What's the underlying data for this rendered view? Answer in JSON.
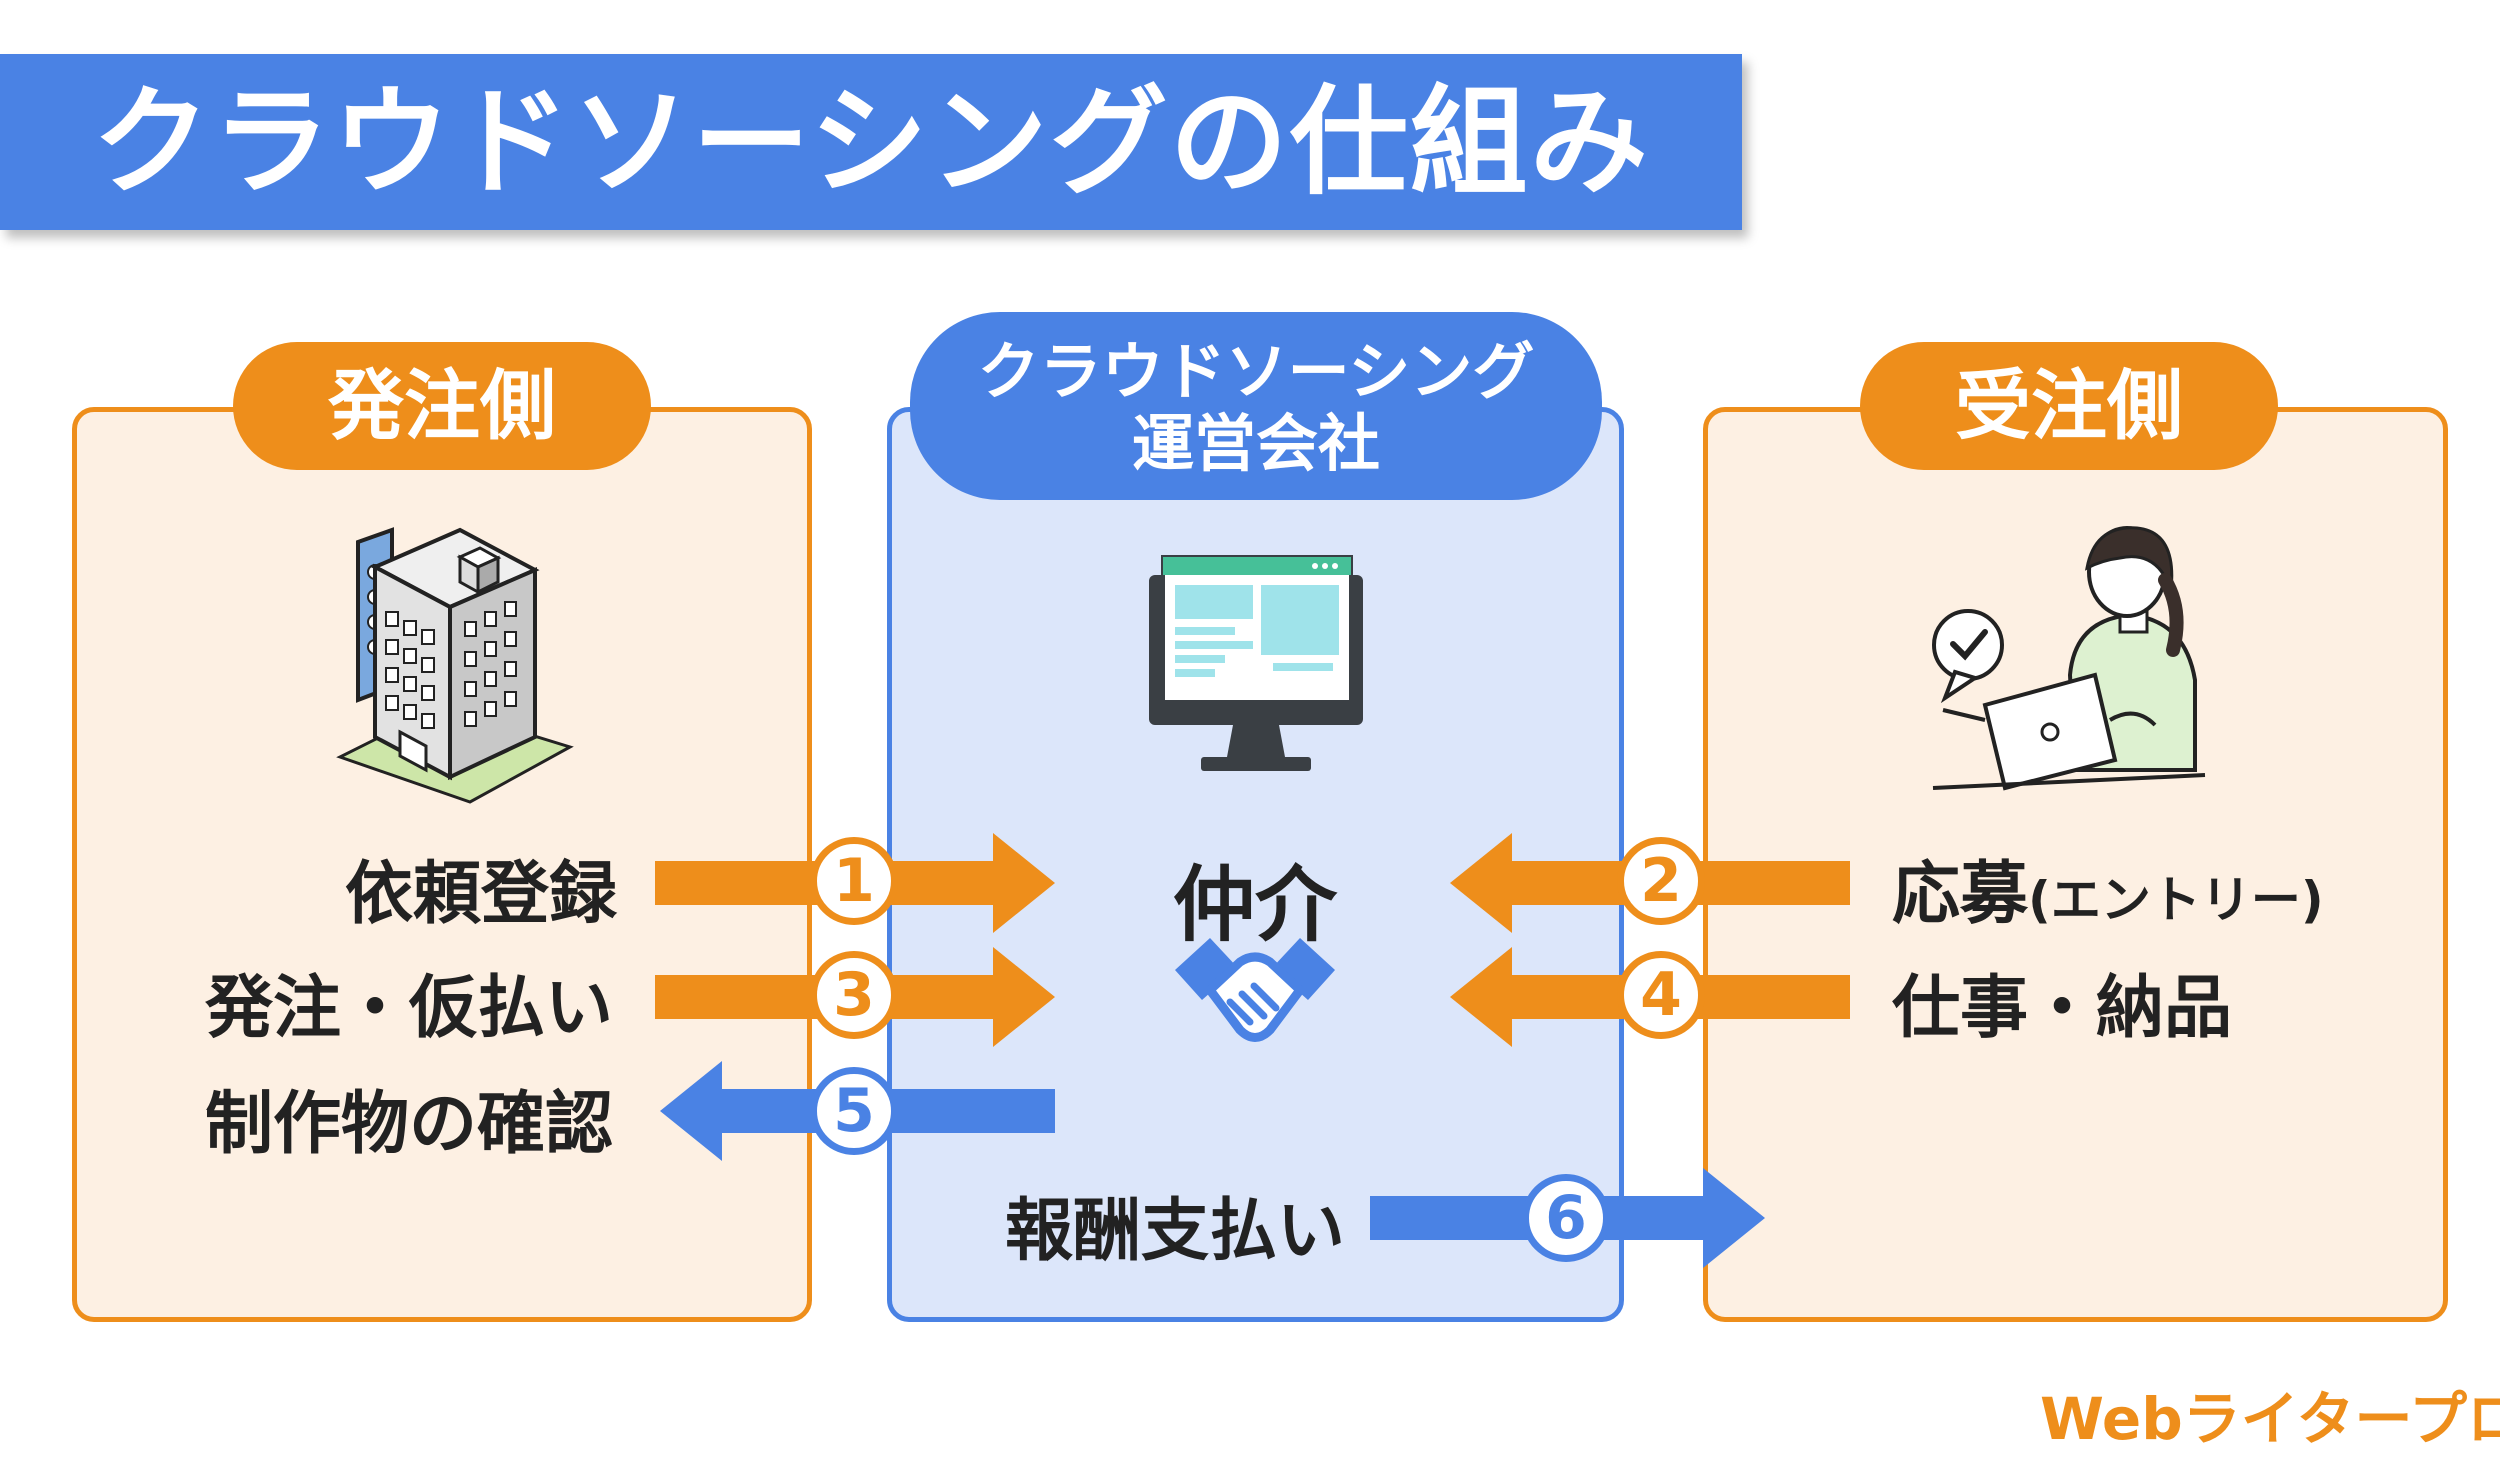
{
  "title": "クラウドソーシングの仕組み",
  "left_panel": {
    "header": "発注側"
  },
  "center_panel": {
    "header_line1": "クラウドソーシング",
    "header_line2": "運営会社",
    "center_label": "仲介"
  },
  "right_panel": {
    "header": "受注側"
  },
  "steps": {
    "s1": {
      "num": "1",
      "label": "依頼登録"
    },
    "s2": {
      "num": "2",
      "label": "応募",
      "sub": "(エントリー)"
    },
    "s3": {
      "num": "3",
      "label": "発注・仮払い"
    },
    "s4": {
      "num": "4",
      "label": "仕事・納品"
    },
    "s5": {
      "num": "5",
      "label": "制作物の確認"
    },
    "s6": {
      "num": "6",
      "label": "報酬支払い"
    }
  },
  "brand": "Webライタープロ",
  "colors": {
    "blue": "#4A82E4",
    "orange": "#EE8E1B",
    "orange_bg": "#FDF0E3",
    "blue_bg": "#DCE6FA"
  },
  "icons": [
    "office-building-icon",
    "computer-monitor-icon",
    "handshake-icon",
    "woman-laptop-icon"
  ]
}
